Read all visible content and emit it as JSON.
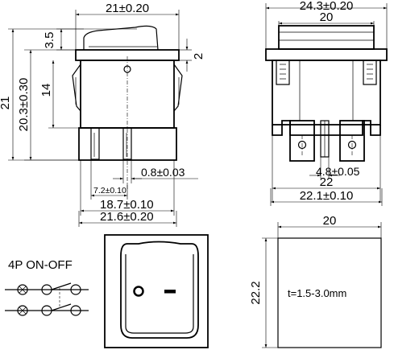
{
  "front_view": {
    "width_top": "21±0.20",
    "cap_height": "3.5",
    "flange": "2",
    "height_total": "21",
    "height_body": "20.3±0.30",
    "height_inner": "14",
    "terminal_width": "0.8±0.03",
    "terminal_pitch": "7.2±0.10",
    "outer_span": "18.7±0.10",
    "base_width": "21.6±0.20"
  },
  "side_view": {
    "width_top": "24.3±0.20",
    "width_inner": "20",
    "terminal_thickness": "4.8±0.05",
    "width_22": "22",
    "width_bottom": "22.1±0.10"
  },
  "schematic": {
    "title": "4P  ON-OFF"
  },
  "top_view": {
    "mark_on": "I",
    "mark_off": "O"
  },
  "cutout": {
    "width": "20",
    "height": "22.2",
    "note": "t=1.5-3.0mm"
  }
}
